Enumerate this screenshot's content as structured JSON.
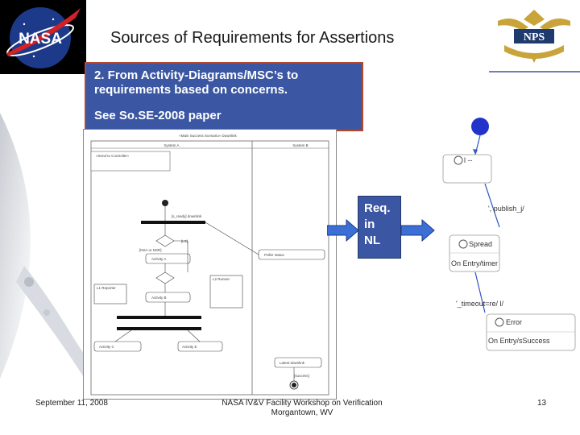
{
  "slide": {
    "title": "Sources of Requirements for Assertions",
    "callout_line1": "2. From Activity-Diagrams/MSC’s to requirements based on concerns.",
    "callout_line2": "See So.SE-2008 paper",
    "req_box": {
      "line1": "Req.",
      "line2": "in",
      "line3": "NL"
    }
  },
  "logos": {
    "left": "NASA",
    "right": "NPS"
  },
  "activity_diagram": {
    "header": "«Main Success Scenario» Downlink",
    "lane_left": "System A",
    "lane_right": "System B",
    "note": "«Send to Controller»",
    "start_label": "[s_ready] downlink",
    "guard_left": "[NSA or NSR]",
    "guard_right": "[LS]",
    "activity_a": "Activity A",
    "activity_b": "Activity B",
    "activity_c": "Activity C",
    "activity_e": "Activity E",
    "r1": "L1 Reporter",
    "r2": "L2 Runner",
    "pointer": "Poller status",
    "final_action": "Latest downlink",
    "final_guard": "[success]"
  },
  "state_diagram": {
    "s1": "l --",
    "t1": "', publish_j/",
    "s2": "Spread",
    "s2_entry": "On Entry/timer",
    "t2": "'_timeout=re/ l/",
    "s3": "Error",
    "s3_entry": "On Entry/sSuccess"
  },
  "footer": {
    "date": "September 11, 2008",
    "event_line1": "NASA IV&V Facility Workshop on Verification",
    "event_line2": "Morgantown, WV",
    "page": "13"
  },
  "colors": {
    "callout_bg": "#3b57a3",
    "callout_border": "#b3472e",
    "arrow": "#3b6fd6"
  }
}
